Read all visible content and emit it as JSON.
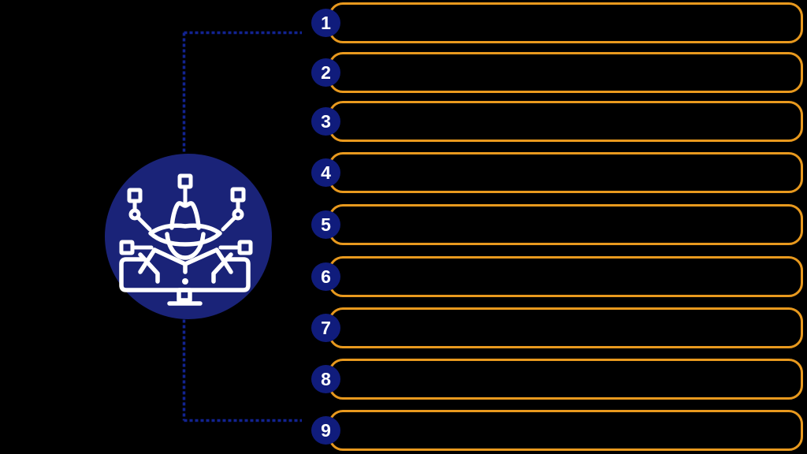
{
  "diagram": {
    "type": "numbered-list-infographic",
    "colors": {
      "background": "#000000",
      "pill_border": "#e8991e",
      "hub_fill": "#1a2378",
      "badge_fill": "#101c7c",
      "number_color": "#ffffff",
      "connector": "#122391",
      "icon_stroke": "#ffffff"
    },
    "center_icon": {
      "name": "hacker-spy-network-icon"
    },
    "items": [
      {
        "number": "1",
        "label": ""
      },
      {
        "number": "2",
        "label": ""
      },
      {
        "number": "3",
        "label": ""
      },
      {
        "number": "4",
        "label": ""
      },
      {
        "number": "5",
        "label": ""
      },
      {
        "number": "6",
        "label": ""
      },
      {
        "number": "7",
        "label": ""
      },
      {
        "number": "8",
        "label": ""
      },
      {
        "number": "9",
        "label": ""
      }
    ]
  }
}
